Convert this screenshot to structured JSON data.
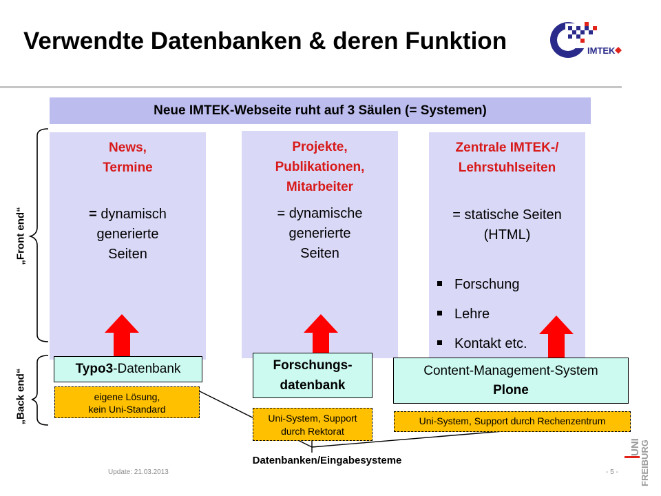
{
  "slide": {
    "title": "Verwendte Datenbanken & deren Funktion",
    "logo_text": "IMTEK",
    "banner": "Neue IMTEK-Webseite ruht auf 3 Säulen (= Systemen)"
  },
  "side_labels": {
    "front_end": "„Front end“",
    "back_end": "„Back end“"
  },
  "columns": [
    {
      "heading_lines": [
        "News,",
        "Termine"
      ],
      "desc_bold": "=",
      "desc_lines": [
        " dynamisch",
        "generierte",
        "Seiten"
      ]
    },
    {
      "heading_lines": [
        "Projekte,",
        "Publikationen,",
        "Mitarbeiter"
      ],
      "desc_lines": [
        "= dynamische",
        "generierte",
        "Seiten"
      ]
    },
    {
      "heading_lines": [
        "Zentrale IMTEK-/",
        "Lehrstuhlseiten"
      ],
      "desc_lines": [
        "= statische Seiten",
        "(HTML)"
      ],
      "bullets": [
        "Forschung",
        "Lehre",
        "Kontakt etc."
      ]
    }
  ],
  "databases": [
    {
      "name_bold": "Typo3",
      "name_rest": "-Datenbank",
      "note": [
        "eigene Lösung,",
        "kein Uni-Standard"
      ]
    },
    {
      "name_lines": [
        "Forschungs-",
        "datenbank"
      ],
      "note": [
        "Uni-System, Support",
        "durch Rektorat"
      ]
    },
    {
      "name_line1": "Content-Management-System",
      "name_line2": "Plone",
      "note": [
        "Uni-System, Support durch Rechenzentrum"
      ]
    }
  ],
  "caption": "Datenbanken/Eingabesysteme",
  "footer": {
    "update": "Update: 21.03.2013",
    "page": "- 5 -",
    "uni_logo_top": "UNI",
    "uni_logo_bottom": "FREIBURG"
  },
  "colors": {
    "heading_red": "#d81919",
    "column_bg": "#d9d9f7",
    "banner_bg": "#bcbcee",
    "db_box_bg": "#ccfaf0",
    "note_bg": "#ffc000",
    "arrow_red": "#ff0000"
  }
}
